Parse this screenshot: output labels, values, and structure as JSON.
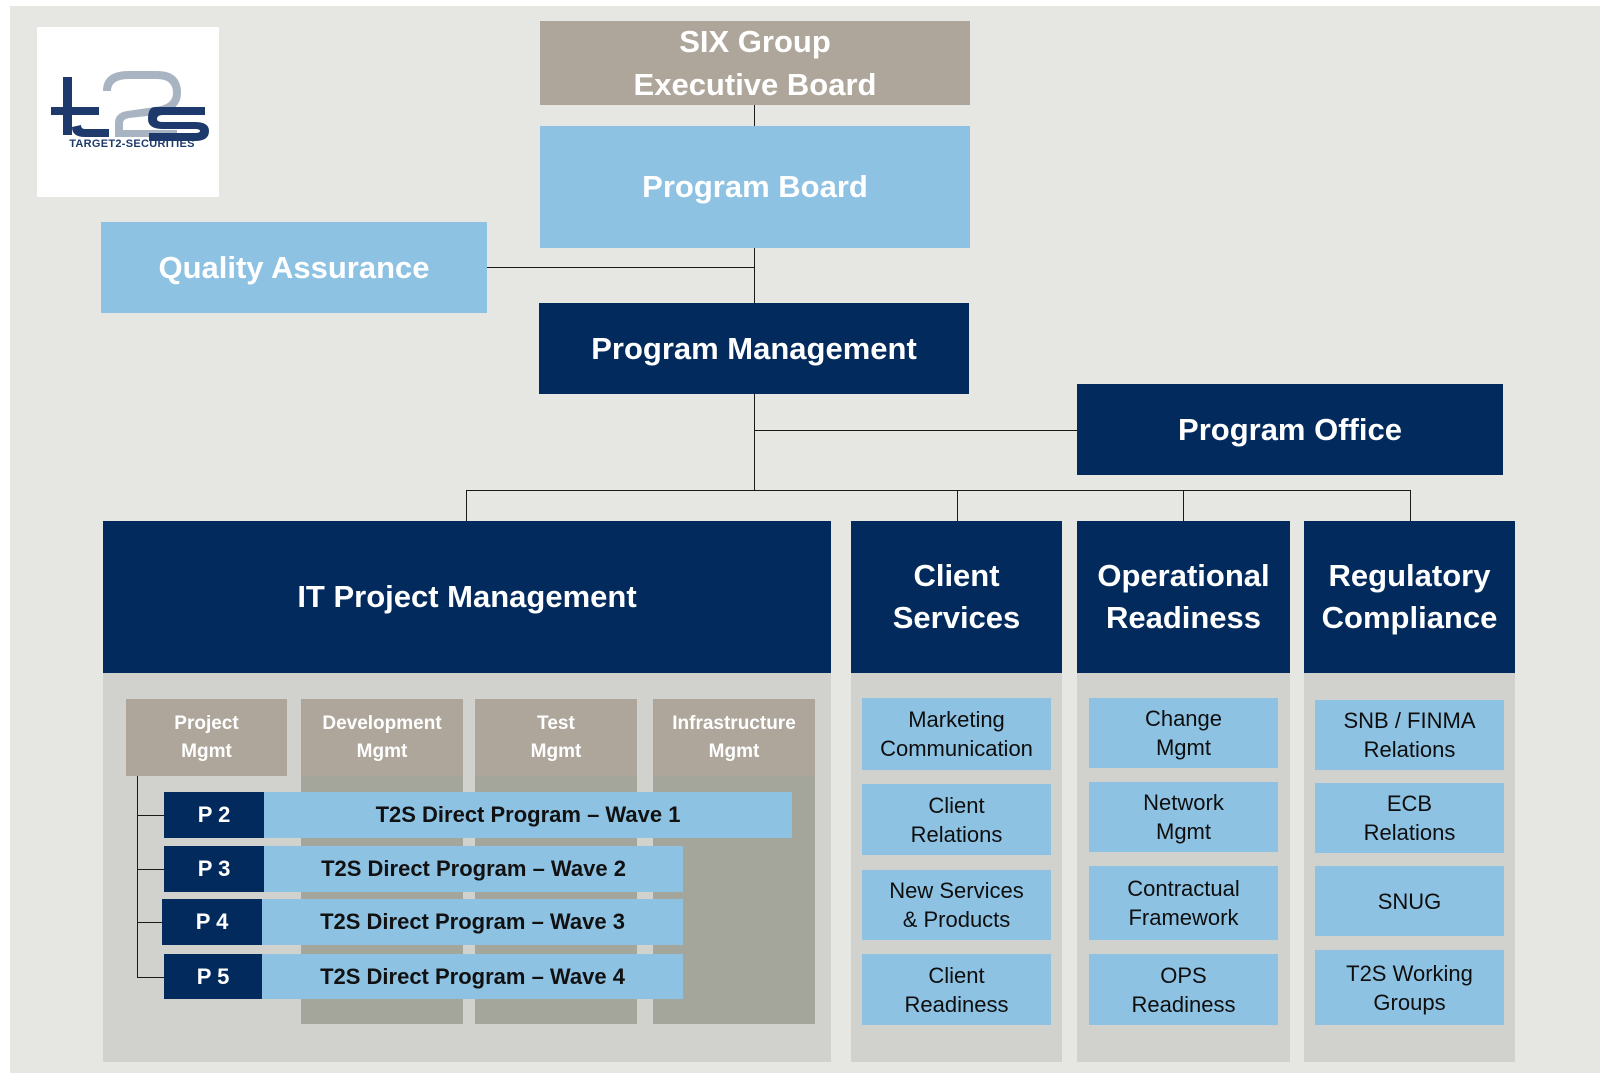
{
  "logo": {
    "icon": "t2s-logo-icon",
    "caption": "TARGET2-SECURITIES",
    "colors": {
      "blue": "#1e3a6d",
      "grey": "#a9b4c2"
    }
  },
  "top": {
    "executive_board": "SIX Group\nExecutive Board",
    "program_board": "Program Board",
    "quality_assurance": "Quality Assurance",
    "program_management": "Program Management",
    "program_office": "Program Office"
  },
  "columns": {
    "it": {
      "title": "IT Project Management",
      "groups": [
        "Project\nMgmt",
        "Development\nMgmt",
        "Test\nMgmt",
        "Infrastructure\nMgmt"
      ],
      "waves": [
        {
          "id": "P 2",
          "label": "T2S Direct Program – Wave 1"
        },
        {
          "id": "P 3",
          "label": "T2S Direct Program – Wave 2"
        },
        {
          "id": "P 4",
          "label": "T2S Direct Program – Wave 3"
        },
        {
          "id": "P 5",
          "label": "T2S Direct Program – Wave 4"
        }
      ]
    },
    "client": {
      "title": "Client\nServices",
      "items": [
        "Marketing\nCommunication",
        "Client\nRelations",
        "New Services\n& Products",
        "Client\nReadiness"
      ]
    },
    "ops": {
      "title": "Operational\nReadiness",
      "items": [
        "Change\nMgmt",
        "Network\nMgmt",
        "Contractual\nFramework",
        "OPS\nReadiness"
      ]
    },
    "reg": {
      "title": "Regulatory\nCompliance",
      "items": [
        "SNB / FINMA\nRelations",
        "ECB\nRelations",
        "SNUG",
        "T2S Working\nGroups"
      ]
    }
  },
  "colors": {
    "navy": "#022a5c",
    "light_blue": "#8dc2e3",
    "taupe": "#aea69a",
    "background": "#e6e6e3",
    "panel": "#d1d1cd"
  }
}
